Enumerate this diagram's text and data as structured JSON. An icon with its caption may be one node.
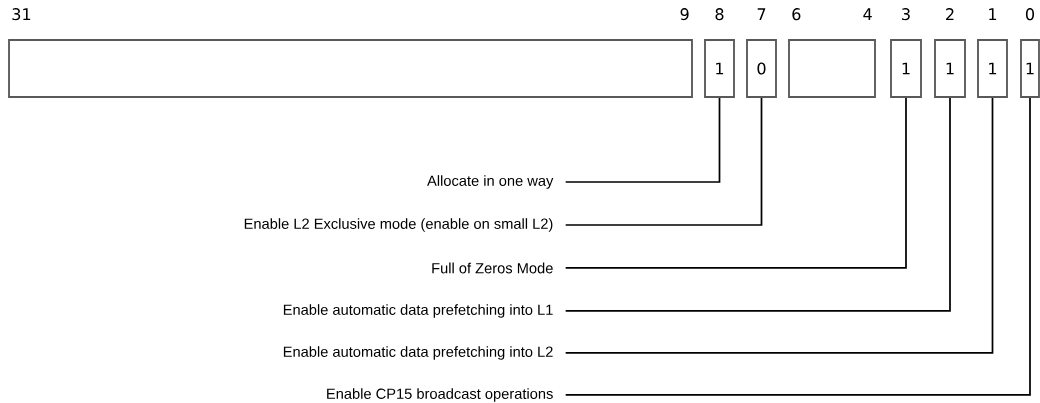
{
  "diagram": {
    "nodes": [
      {
        "text": [],
        "shape": "box",
        "beside": [
          "31",
          "9"
        ]
      },
      {
        "text": [
          "1"
        ],
        "beside": [
          "8"
        ]
      },
      {
        "text": [
          "0"
        ],
        "beside": [
          "7"
        ]
      },
      {
        "text": [],
        "shape": "box",
        "beside": [
          "6",
          "4"
        ]
      },
      {
        "text": [
          "1"
        ],
        "beside": [
          "3"
        ]
      },
      {
        "text": [
          "1"
        ],
        "beside": [
          "2"
        ]
      },
      {
        "text": [
          "1"
        ],
        "beside": [
          "1"
        ]
      },
      {
        "text": [
          "1"
        ],
        "beside": [
          "0"
        ]
      },
      {
        "text": [
          "Allocate in one way"
        ]
      },
      {
        "text": [
          "Enable L2 Exclusive mode (enable on small L2)"
        ]
      },
      {
        "text": [
          "Full of Zeros Mode"
        ]
      },
      {
        "text": [
          "Enable automatic data prefetching into L1"
        ]
      },
      {
        "text": [
          "Enable automatic data prefetching into L2"
        ]
      },
      {
        "text": [
          "Enable CP15 broadcast operations"
        ]
      }
    ],
    "edges": [
      {
        "from": 8,
        "to": 1,
        "arrow": "none"
      },
      {
        "from": 9,
        "to": 2,
        "arrow": "none"
      },
      {
        "from": 10,
        "to": 4,
        "arrow": "none"
      },
      {
        "from": 11,
        "to": 5,
        "arrow": "none"
      },
      {
        "from": 12,
        "to": 6,
        "arrow": "none"
      },
      {
        "from": 13,
        "to": 7,
        "arrow": "none"
      }
    ]
  }
}
